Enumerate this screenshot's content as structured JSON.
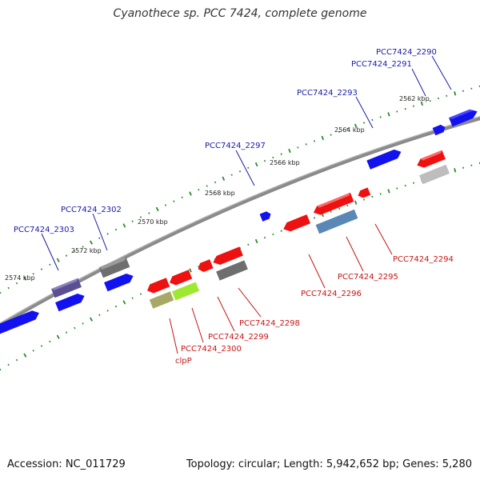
{
  "header": {
    "title": "Cyanothece sp. PCC 7424, complete genome"
  },
  "footer": {
    "accession": "Accession: NC_011729",
    "topology": "Topology: circular; Length: 5,942,652 bp; Genes: 5,280"
  },
  "colors": {
    "forward_cds": "#1010ee",
    "reverse_cds": "#ee1111",
    "backbone": "#7a7a7a",
    "tick": "#2a8a2a",
    "forward_label": "#1a1aa8",
    "reverse_label": "#c81414",
    "gray_gene": "#6e6e6e",
    "slate_gene": "#5a4f90",
    "steel_gene": "#5a87b5",
    "olive_gene": "#a8a866",
    "lime_gene": "#9fe830",
    "light_gray_gene": "#bdbdbd"
  },
  "kbp_labels": [
    "2562 kbp",
    "2564 kbp",
    "2566 kbp",
    "2568 kbp",
    "2570 kbp",
    "2572 kbp",
    "2574 kbp"
  ],
  "gene_labels": {
    "forward": [
      "PCC7424_2290",
      "PCC7424_2291",
      "PCC7424_2293",
      "PCC7424_2297",
      "PCC7424_2302",
      "PCC7424_2303"
    ],
    "reverse": [
      "PCC7424_2294",
      "PCC7424_2295",
      "PCC7424_2296",
      "PCC7424_2298",
      "PCC7424_2299",
      "PCC7424_2300",
      "clpP"
    ]
  }
}
